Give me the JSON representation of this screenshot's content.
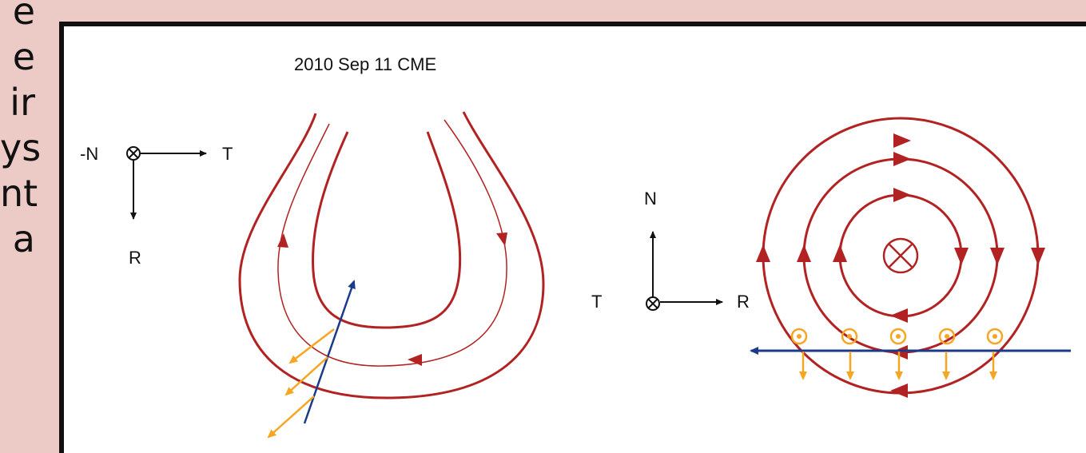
{
  "slide_text_lines": [
    "e",
    "e",
    "ir",
    "ys",
    "nt",
    "a"
  ],
  "figure": {
    "title": "2010 Sep 11 CME",
    "left_axes": {
      "into_page_label": "-N",
      "right_label": "T",
      "down_label": "R"
    },
    "right_axes": {
      "up_label": "N",
      "into_page_label": "T",
      "right_label": "R"
    }
  },
  "colors": {
    "background": "#eccac6",
    "field_lines": "#b22222",
    "trajectory": "#1a3a8a",
    "vectors": "#f5a623",
    "frame": "#111111"
  },
  "icons": [
    "cross-circle-icon",
    "dot-circle-icon",
    "arrowhead-icon"
  ]
}
